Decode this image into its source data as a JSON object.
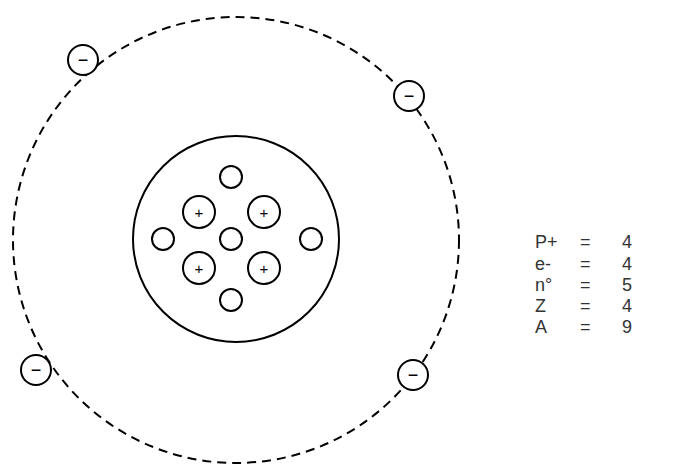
{
  "diagram": {
    "nodes": [
      {
        "text": [
          "−"
        ]
      },
      {
        "text": [
          "−"
        ]
      },
      {
        "text": [
          "+"
        ]
      },
      {
        "text": [
          "+"
        ]
      },
      {
        "text": [
          "+"
        ]
      },
      {
        "text": [
          "+"
        ]
      },
      {
        "text": [
          "−"
        ]
      },
      {
        "text": [
          "−"
        ]
      }
    ],
    "labels": [
      "P+",
      "=",
      "4",
      "e-",
      "=",
      "4",
      "n°",
      "=",
      "5",
      "Z",
      "=",
      "4",
      "A",
      "=",
      "9"
    ]
  }
}
